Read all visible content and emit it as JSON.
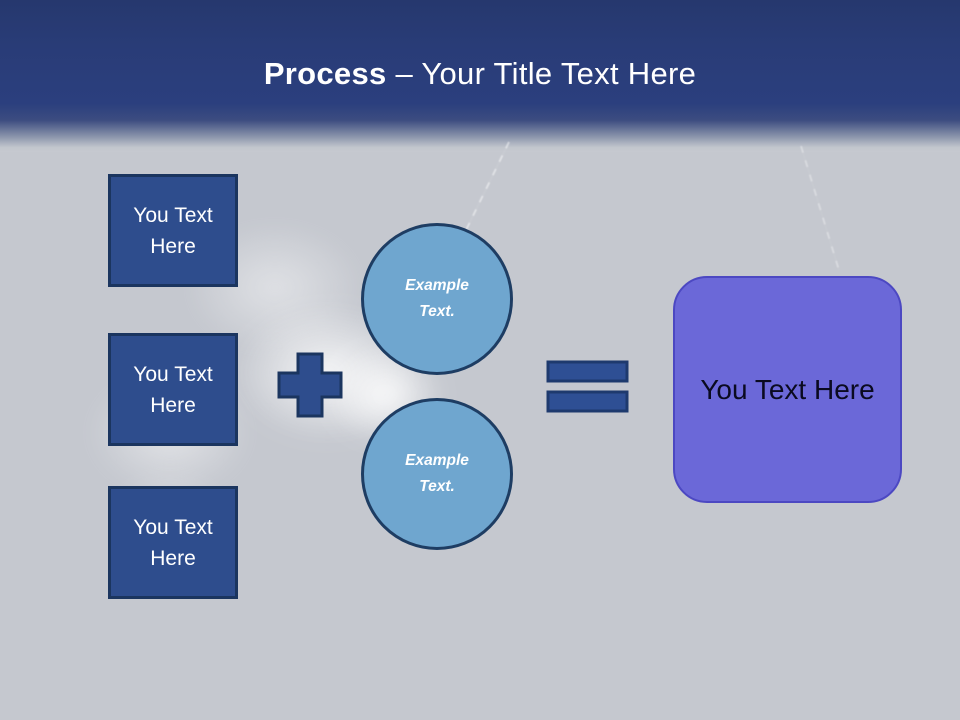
{
  "title": {
    "bold": "Process",
    "regular": " – Your Title Text Here"
  },
  "left_boxes": [
    {
      "label": "You Text Here"
    },
    {
      "label": "You Text Here"
    },
    {
      "label": "You Text Here"
    }
  ],
  "operators": {
    "plus_icon": "+",
    "equals_icon": "="
  },
  "circles": [
    {
      "label": "Example Text."
    },
    {
      "label": "Example Text."
    }
  ],
  "result_box": {
    "label": "You Text Here"
  },
  "colors": {
    "header_navy": "#2b3f7e",
    "background_gray": "#c5c8cf",
    "box_blue": "#2e4d8d",
    "box_border": "#1b355f",
    "circle_blue": "#6fa6cf",
    "circle_border": "#1e3d63",
    "operator_blue": "#2e4f94",
    "result_purple": "#6b68d8",
    "result_border": "#4c48c2",
    "title_text": "#ffffff",
    "result_text": "#0a0a20"
  }
}
